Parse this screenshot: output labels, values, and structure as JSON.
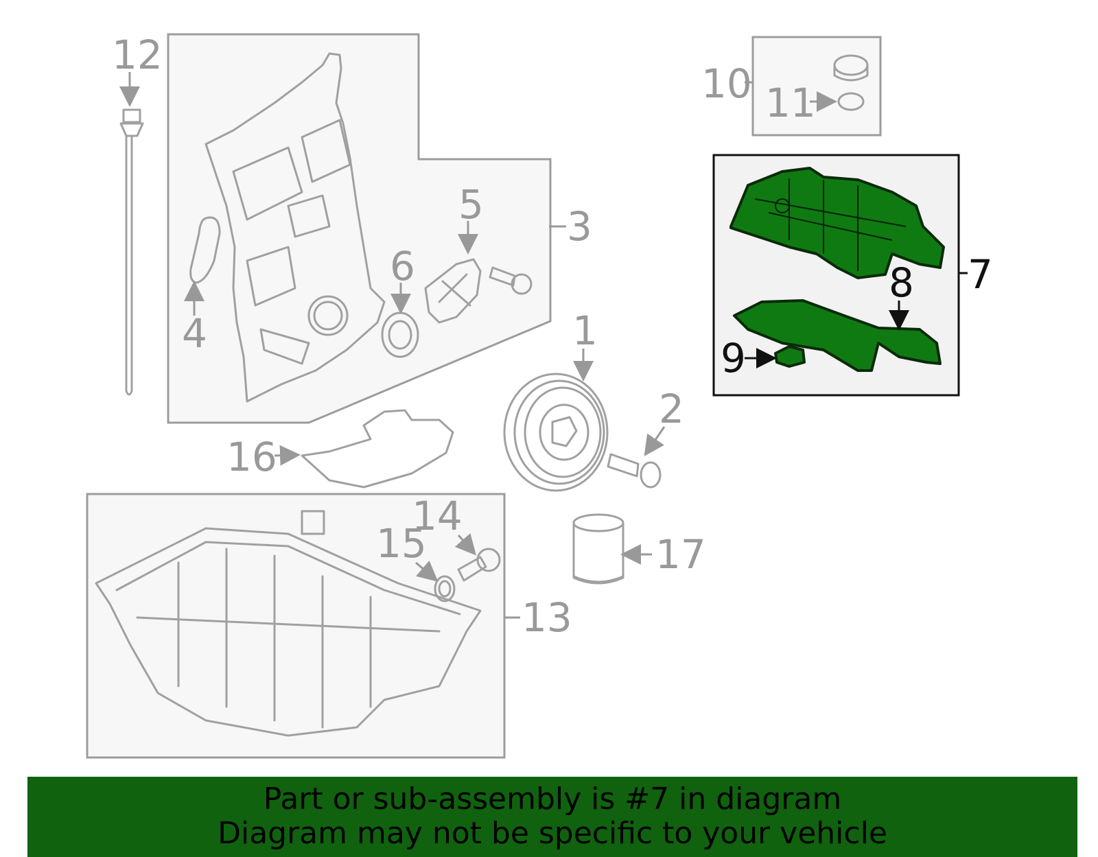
{
  "diagram": {
    "highlighted_part": "7",
    "callouts": {
      "c1": "1",
      "c2": "2",
      "c3": "3",
      "c4": "4",
      "c5": "5",
      "c6": "6",
      "c7": "7",
      "c8": "8",
      "c9": "9",
      "c10": "10",
      "c11": "11",
      "c12": "12",
      "c13": "13",
      "c14": "14",
      "c15": "15",
      "c16": "16",
      "c17": "17"
    },
    "colors": {
      "highlight": "#0f7a12",
      "banner": "#10620f",
      "part_lines": "#a0a0a0"
    }
  },
  "banner": {
    "line1": "Part or sub-assembly is #7 in diagram",
    "line2": "Diagram may not be specific to your vehicle"
  }
}
